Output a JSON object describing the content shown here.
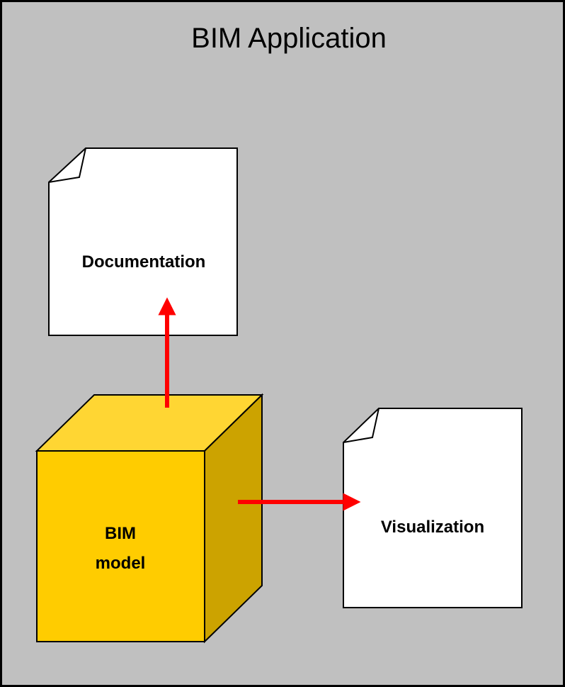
{
  "title": "BIM Application",
  "documents": {
    "documentation": "Documentation",
    "visualization": "Visualization"
  },
  "model": {
    "line1": "BIM",
    "line2": "model"
  },
  "colors": {
    "background": "#c0c0c0",
    "border": "#000000",
    "document_fill": "#ffffff",
    "cube_front": "#ffcc00",
    "cube_top": "#ffd633",
    "cube_side": "#cca300",
    "arrow": "#ff0000"
  }
}
